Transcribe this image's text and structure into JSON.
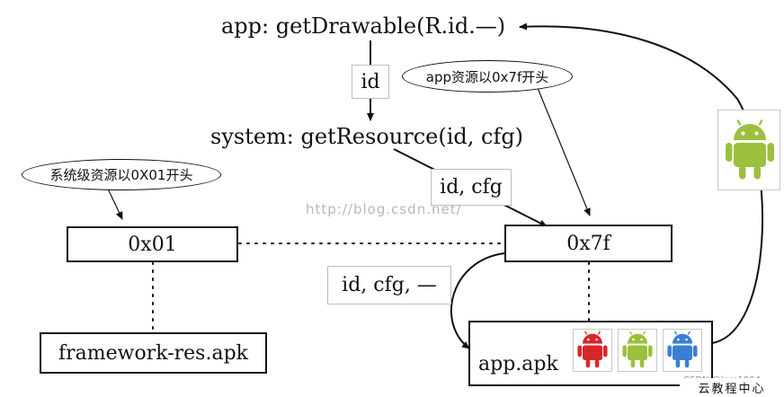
{
  "nodes": {
    "app_call": "app: getDrawable(R.id.—)",
    "id_label": "id",
    "system_call": "system: getResource(id, cfg)",
    "idcfg_label": "id, cfg",
    "sys_box": "0x01",
    "app_box": "0x7f",
    "idcfgdash_label": "id, cfg, —",
    "framework_box": "framework-res.apk",
    "apk_box": "app.apk"
  },
  "callouts": {
    "app_prefix": "app资源以0x7f开头",
    "system_prefix": "系统级资源以0X01开头"
  },
  "watermark": "http://blog.csdn.net/",
  "footer": {
    "csdn_credit": "CSDN @lgm1994",
    "brand": "云教程中心"
  },
  "colors": {
    "android_green": "#9bc03d",
    "android_red": "#d9262b",
    "android_blue": "#3a7fd5",
    "line": "#111111",
    "watermark": "#b8b8b8"
  },
  "icons": [
    "android-green-icon",
    "android-red-icon",
    "android-blue-icon"
  ]
}
